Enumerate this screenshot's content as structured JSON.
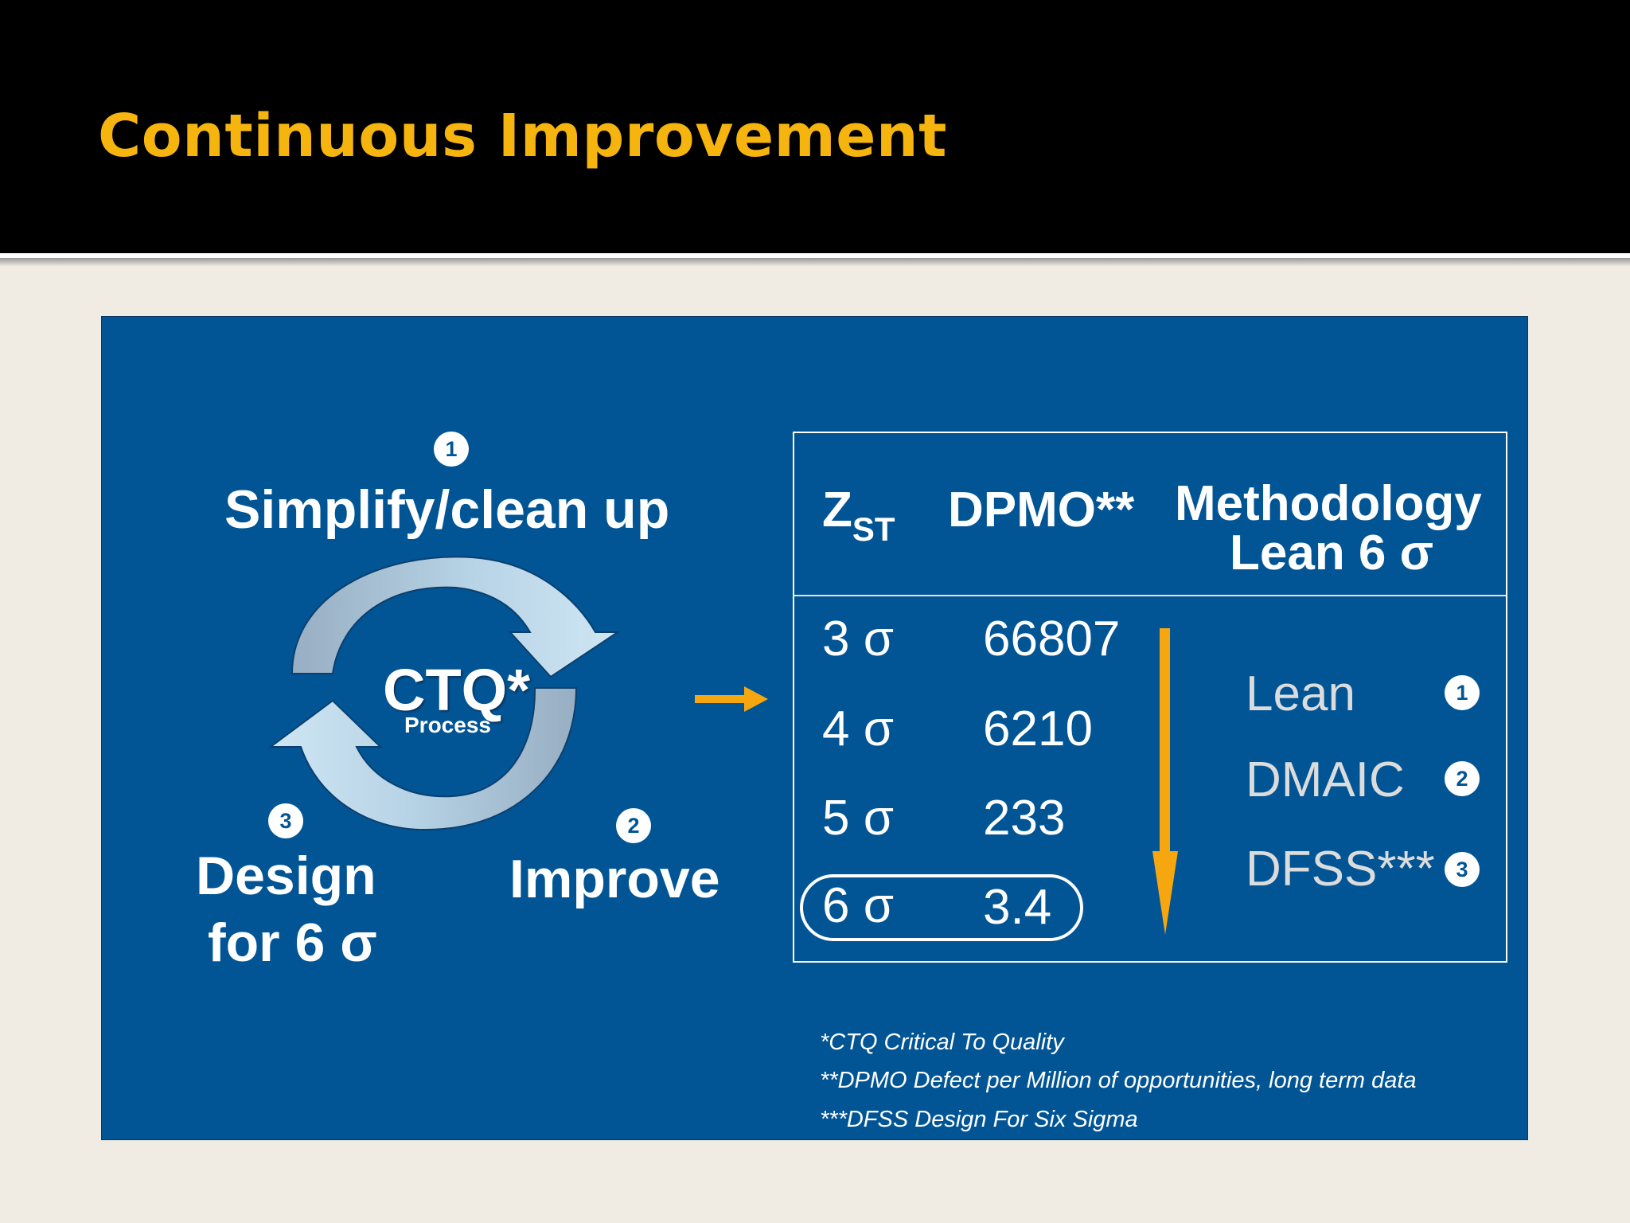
{
  "slide": {
    "title": "Continuous Improvement"
  },
  "cycle": {
    "center_label": "CTQ*",
    "center_sub": "Process",
    "steps": [
      {
        "number": "1",
        "label": "Simplify/clean up"
      },
      {
        "number": "2",
        "label": "Improve"
      },
      {
        "number": "3",
        "label_line1": "Design",
        "label_line2": "for 6 σ"
      }
    ]
  },
  "table": {
    "headers": {
      "zst_main": "Z",
      "zst_sub": "ST",
      "dpmo": "DPMO**",
      "methodology_line1": "Methodology",
      "methodology_line2": "Lean 6 σ"
    },
    "rows": [
      {
        "sigma": "3 σ",
        "dpmo": "66807"
      },
      {
        "sigma": "4 σ",
        "dpmo": "6210"
      },
      {
        "sigma": "5 σ",
        "dpmo": "233"
      },
      {
        "sigma": "6 σ",
        "dpmo": "3.4"
      }
    ],
    "highlighted_row": "6 σ",
    "methodologies": [
      {
        "name": "Lean",
        "number": "1"
      },
      {
        "name": "DMAIC",
        "number": "2"
      },
      {
        "name": "DFSS***",
        "number": "3"
      }
    ]
  },
  "footnotes": [
    "*CTQ Critical To Quality",
    "**DPMO  Defect per Million of opportunities, long term data",
    "***DFSS Design For Six Sigma"
  ],
  "colors": {
    "header_bg": "#000000",
    "title": "#f6b40e",
    "panel_bg": "#025595",
    "arrow": "#f6a70f",
    "slide_bg": "#f1ece3"
  }
}
